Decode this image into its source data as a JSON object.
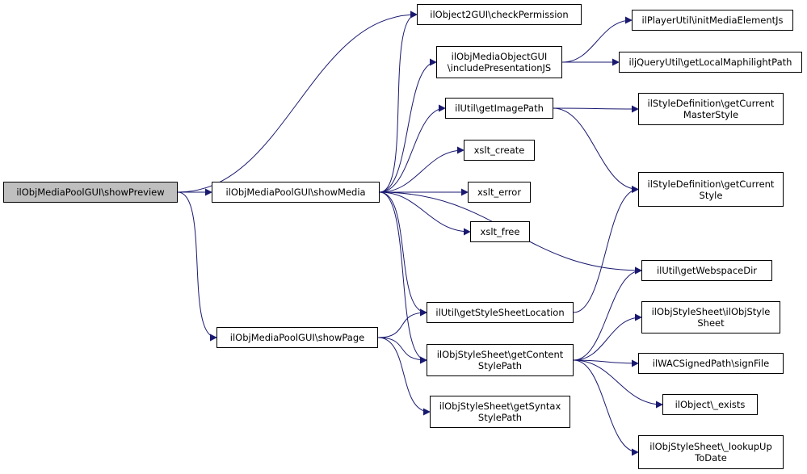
{
  "graph": {
    "edge_color": "#191970",
    "nodes": [
      {
        "id": "showPreview",
        "lines": [
          "ilObjMediaPoolGUI\\showPreview"
        ],
        "highlight": true
      },
      {
        "id": "showMedia",
        "lines": [
          "ilObjMediaPoolGUI\\showMedia"
        ]
      },
      {
        "id": "showPage",
        "lines": [
          "ilObjMediaPoolGUI\\showPage"
        ]
      },
      {
        "id": "checkPermission",
        "lines": [
          "ilObject2GUI\\checkPermission"
        ]
      },
      {
        "id": "includePresentationJS",
        "lines": [
          "ilObjMediaObjectGUI",
          "\\includePresentationJS"
        ]
      },
      {
        "id": "getImagePath",
        "lines": [
          "ilUtil\\getImagePath"
        ]
      },
      {
        "id": "xslt_create",
        "lines": [
          "xslt_create"
        ]
      },
      {
        "id": "xslt_error",
        "lines": [
          "xslt_error"
        ]
      },
      {
        "id": "xslt_free",
        "lines": [
          "xslt_free"
        ]
      },
      {
        "id": "getStyleSheetLocation",
        "lines": [
          "ilUtil\\getStyleSheetLocation"
        ]
      },
      {
        "id": "getContentStylePath",
        "lines": [
          "ilObjStyleSheet\\getContent",
          "StylePath"
        ]
      },
      {
        "id": "getSyntaxStylePath",
        "lines": [
          "ilObjStyleSheet\\getSyntax",
          "StylePath"
        ]
      },
      {
        "id": "initMediaElementJs",
        "lines": [
          "ilPlayerUtil\\initMediaElementJs"
        ]
      },
      {
        "id": "getLocalMaphilightPath",
        "lines": [
          "iljQueryUtil\\getLocalMaphilightPath"
        ]
      },
      {
        "id": "getCurrentMasterStyle",
        "lines": [
          "ilStyleDefinition\\getCurrent",
          "MasterStyle"
        ]
      },
      {
        "id": "getCurrentStyle",
        "lines": [
          "ilStyleDefinition\\getCurrent",
          "Style"
        ]
      },
      {
        "id": "getWebspaceDir",
        "lines": [
          "ilUtil\\getWebspaceDir"
        ]
      },
      {
        "id": "ilObjStyleSheet",
        "lines": [
          "ilObjStyleSheet\\ilObjStyle",
          "Sheet"
        ]
      },
      {
        "id": "signFile",
        "lines": [
          "ilWACSignedPath\\signFile"
        ]
      },
      {
        "id": "exists",
        "lines": [
          "ilObject\\_exists"
        ]
      },
      {
        "id": "lookupUpToDate",
        "lines": [
          "ilObjStyleSheet\\_lookupUp",
          "ToDate"
        ]
      }
    ],
    "edges": [
      [
        "showPreview",
        "checkPermission"
      ],
      [
        "showPreview",
        "showMedia"
      ],
      [
        "showPreview",
        "showPage"
      ],
      [
        "showMedia",
        "checkPermission"
      ],
      [
        "showMedia",
        "includePresentationJS"
      ],
      [
        "showMedia",
        "getImagePath"
      ],
      [
        "showMedia",
        "xslt_create"
      ],
      [
        "showMedia",
        "xslt_error"
      ],
      [
        "showMedia",
        "xslt_free"
      ],
      [
        "showMedia",
        "getWebspaceDir"
      ],
      [
        "showMedia",
        "getStyleSheetLocation"
      ],
      [
        "showMedia",
        "getContentStylePath"
      ],
      [
        "showPage",
        "getStyleSheetLocation"
      ],
      [
        "showPage",
        "getContentStylePath"
      ],
      [
        "showPage",
        "getSyntaxStylePath"
      ],
      [
        "includePresentationJS",
        "initMediaElementJs"
      ],
      [
        "includePresentationJS",
        "getLocalMaphilightPath"
      ],
      [
        "getImagePath",
        "getCurrentMasterStyle"
      ],
      [
        "getImagePath",
        "getCurrentStyle"
      ],
      [
        "getStyleSheetLocation",
        "getCurrentStyle"
      ],
      [
        "getContentStylePath",
        "getWebspaceDir"
      ],
      [
        "getContentStylePath",
        "ilObjStyleSheet"
      ],
      [
        "getContentStylePath",
        "signFile"
      ],
      [
        "getContentStylePath",
        "exists"
      ],
      [
        "getContentStylePath",
        "lookupUpToDate"
      ]
    ]
  }
}
